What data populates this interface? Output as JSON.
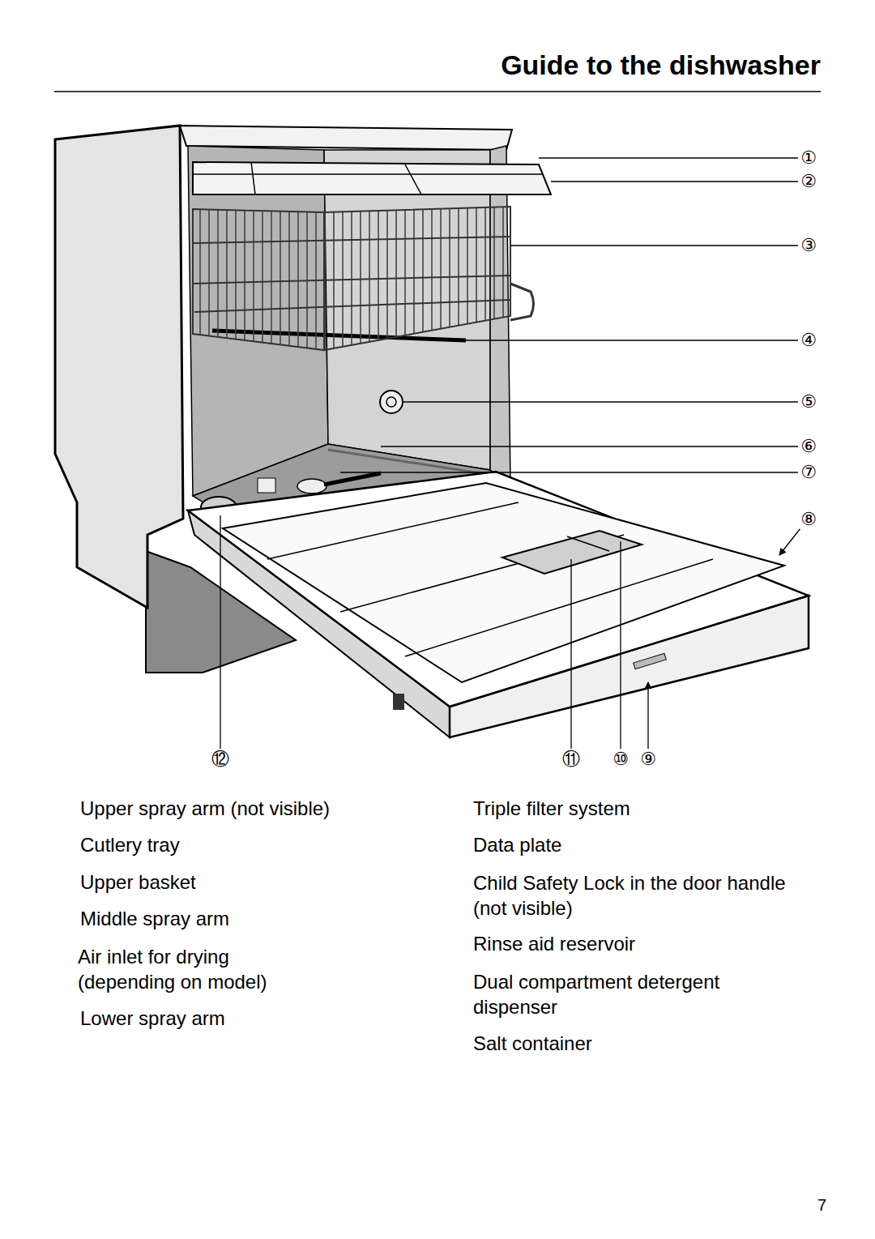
{
  "diagram": {
    "title": "Guide to the dishwasher",
    "labels": [
      "①",
      "②",
      "③",
      "④",
      "⑤",
      "⑥",
      "⑦",
      "⑧",
      "⑫",
      "⑪",
      "⑩",
      "⑨",
      "Upper spray arm (not visible)",
      "Cutlery tray",
      "Upper basket",
      "Middle spray arm",
      "Air inlet for drying (depending on model)",
      "Lower spray arm",
      "Triple filter system",
      "Data plate",
      "Child Safety Lock in the door handle (not visible)",
      "Rinse aid reservoir",
      "Dual compartment detergent dispenser",
      "Salt container",
      "7"
    ]
  }
}
